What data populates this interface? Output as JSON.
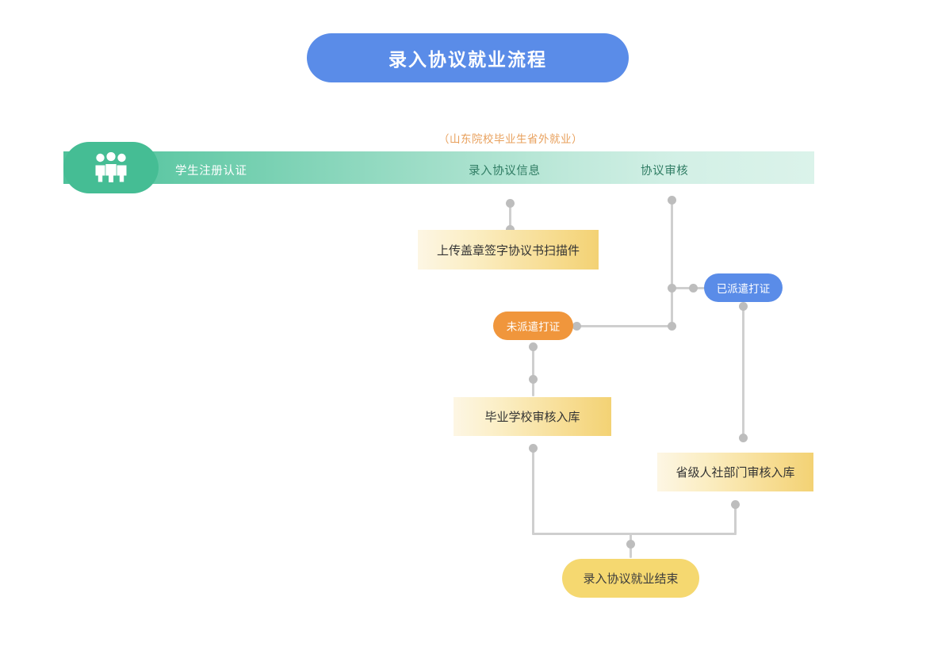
{
  "title": {
    "text": "录入协议就业流程"
  },
  "caption": {
    "text": "（山东院校毕业生省外就业）"
  },
  "banner": {
    "icon": "people-group-icon",
    "steps": [
      {
        "label": "学生注册认证"
      },
      {
        "label": "录入协议信息"
      },
      {
        "label": "协议审核"
      }
    ]
  },
  "nodes": {
    "upload_scan": {
      "label": "上传盖章签字协议书扫描件"
    },
    "not_dispatched": {
      "label": "未派遣打证"
    },
    "dispatched": {
      "label": "已派遣打证"
    },
    "school_review": {
      "label": "毕业学校审核入库"
    },
    "province_review": {
      "label": "省级人社部门审核入库"
    },
    "finish": {
      "label": "录入协议就业结束"
    }
  },
  "colors": {
    "title_pill": "#5a8ce8",
    "caption": "#e8a05c",
    "banner_start": "#45bd94",
    "banner_end": "#dbf3ea",
    "box_yellow_start": "#fdf6e4",
    "box_yellow_end": "#f3d274",
    "pill_orange": "#f0963c",
    "pill_blue": "#5a8ce8",
    "pill_yellow": "#f5d870",
    "connector": "#cfcfcf",
    "dot": "#bdbdbd"
  }
}
